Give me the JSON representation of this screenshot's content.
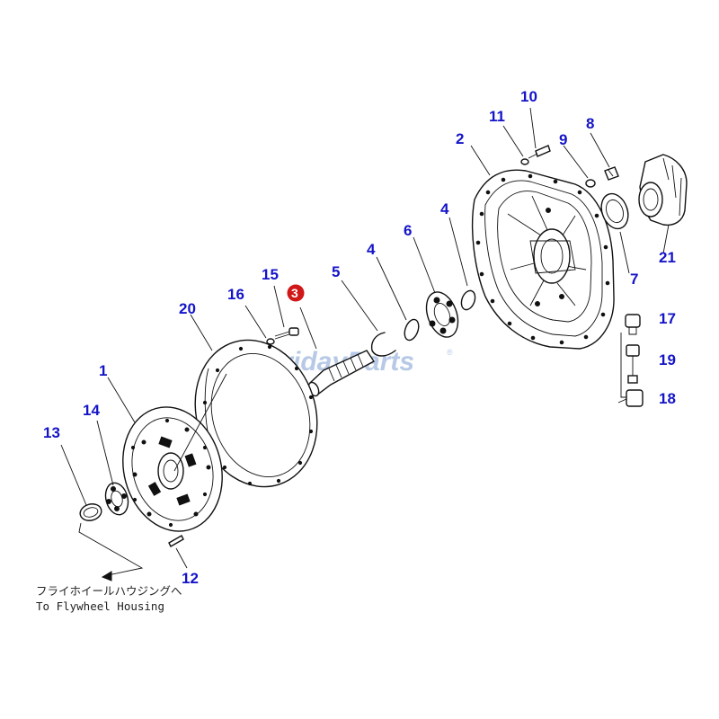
{
  "diagram": {
    "callouts": {
      "c1": "1",
      "c2": "2",
      "c3": "3",
      "c4a": "4",
      "c4b": "4",
      "c5": "5",
      "c6": "6",
      "c7": "7",
      "c8": "8",
      "c9": "9",
      "c10": "10",
      "c11": "11",
      "c12": "12",
      "c13": "13",
      "c14": "14",
      "c15": "15",
      "c16": "16",
      "c17": "17",
      "c18": "18",
      "c19": "19",
      "c20": "20",
      "c21": "21"
    },
    "highlighted_callout": "3",
    "caption_jp": "フライホイールハウジングへ",
    "caption_en": "To Flywheel Housing",
    "watermark": "FridayParts",
    "watermark_mark": "®"
  },
  "colors": {
    "callout": "#1414c8",
    "highlight": "#d01818",
    "watermark": "#9fb8de",
    "line": "#111111"
  }
}
